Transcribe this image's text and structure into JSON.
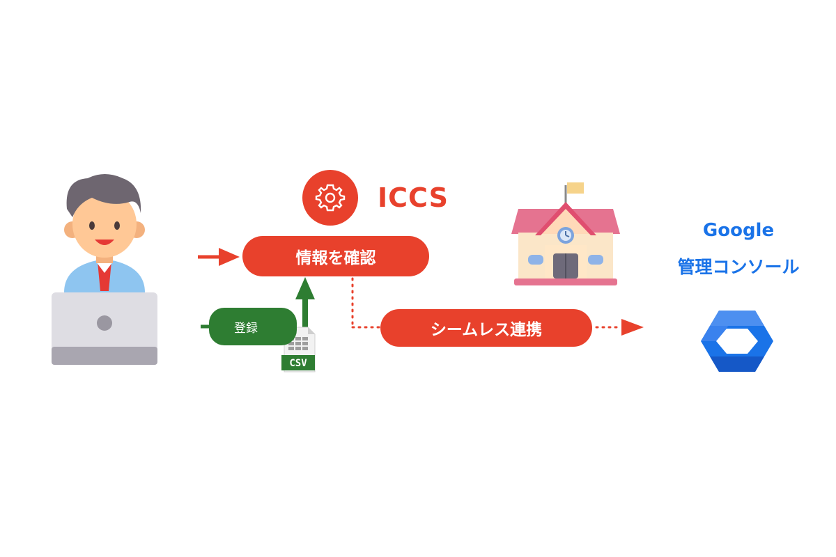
{
  "iccs": {
    "title": "ICCS",
    "icon": "gear-icon"
  },
  "flow": {
    "confirm_label": "情報を確認",
    "seamless_label": "シームレス連携",
    "register_label": "登録",
    "csv_label": "CSV"
  },
  "google": {
    "title": "Google",
    "subtitle": "管理コンソール",
    "icon": "google-admin-console-icon"
  },
  "colors": {
    "accent_red": "#e8412c",
    "accent_green": "#2e7d32",
    "google_blue": "#1a73e8"
  }
}
